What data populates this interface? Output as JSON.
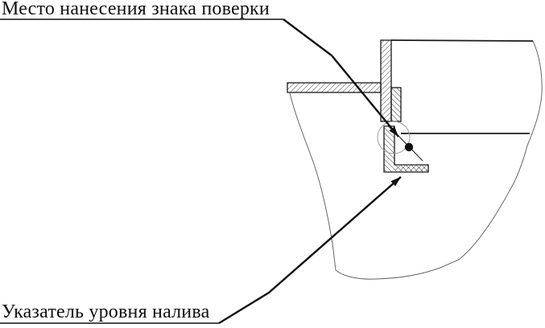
{
  "figure": {
    "type": "technical-drawing",
    "description": "Cross-section of a tank filling neck showing the verification mark spot and the fill level indicator",
    "labels": {
      "verification_mark": "Место нанесения знака поверки",
      "level_indicator": "Указатель уровня налива"
    },
    "colors": {
      "line": "#1a1a1a",
      "break_line": "#666666",
      "hatch": "#2e2e2e",
      "background": "#ffffff"
    }
  }
}
